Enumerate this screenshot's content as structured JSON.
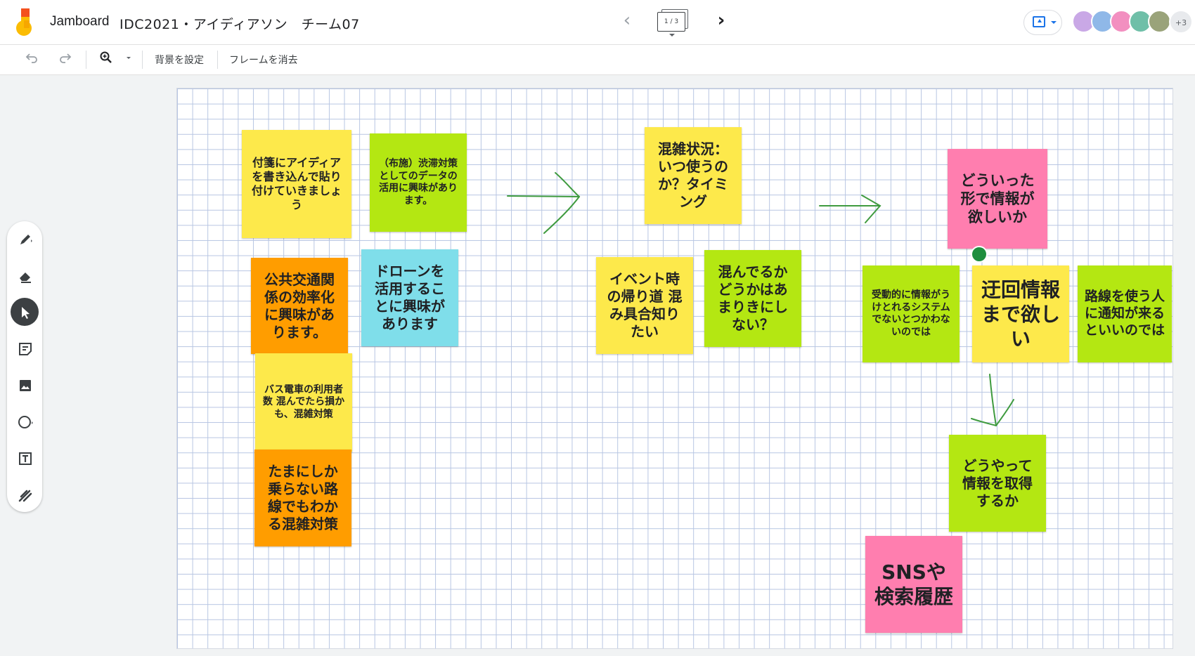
{
  "header": {
    "app_name": "Jamboard",
    "doc_title": "IDC2021・アイディアソン　チーム07",
    "frame_indicator": "1 / 3",
    "avatars_more": "+3",
    "avatar_colors": [
      "#c9a8e6",
      "#8fb8e8",
      "#f28fc0",
      "#6fbfa8",
      "#9aa37a"
    ]
  },
  "toolbar": {
    "undo_icon": "undo-icon",
    "redo_icon": "redo-icon",
    "zoom_icon": "zoom-in-icon",
    "set_background": "背景を設定",
    "clear_frame": "フレームを消去"
  },
  "tools": [
    "pen-icon",
    "eraser-icon",
    "select-icon",
    "sticky-note-icon",
    "image-icon",
    "shape-icon",
    "text-box-icon",
    "laser-icon"
  ],
  "colors": {
    "yellow": "#fde94b",
    "green": "#b4e712",
    "orange": "#ff9d00",
    "cyan": "#7fdeea",
    "pink": "#ff7eaf",
    "drawing": "#3f9b3f"
  },
  "notes": {
    "n1": "付箋にアイディアを書き込んで貼り付けていきましょう",
    "n2": "（布施）渋滞対策としてのデータの活用に興味があります。",
    "n3": "公共交通関係の効率化に興味があります。",
    "n4": "ドローンを活用することに興味があります",
    "n5": "バス電車の利用者数 混んでたら損かも、混雑対策",
    "n6": "たまにしか乗らない路線でもわかる混雑対策",
    "n7": "混雑状況：いつ使うのか？タイミング",
    "n8": "イベント時の帰り道 混み具合知りたい",
    "n9": "混んでるかどうかはあまりきにしない？",
    "n10": "どういった形で情報が欲しいか",
    "n11": "受動的に情報がうけとれるシステムでないとつかわないのでは",
    "n12": "迂回情報まで欲しい",
    "n13": "路線を使う人に通知が来るといいのでは",
    "n14": "どうやって情報を取得するか",
    "n15": "SNSや検索履歴"
  }
}
